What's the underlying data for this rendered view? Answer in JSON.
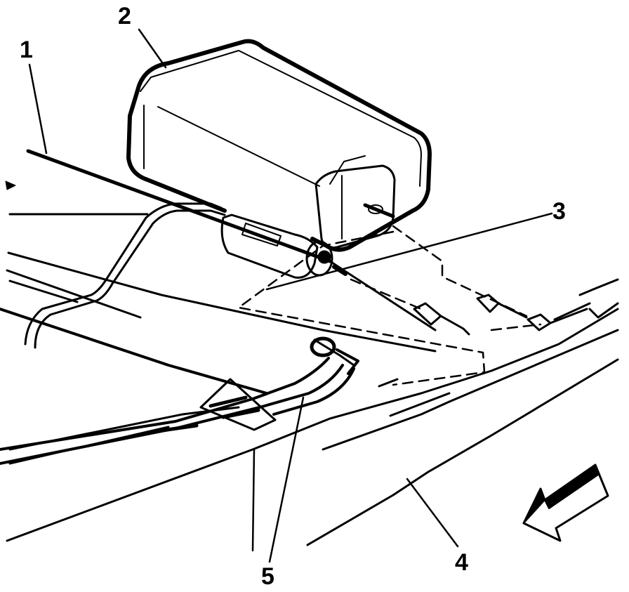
{
  "callouts": [
    {
      "id": "1",
      "label": "1"
    },
    {
      "id": "2",
      "label": "2"
    },
    {
      "id": "3",
      "label": "3"
    },
    {
      "id": "4",
      "label": "4"
    },
    {
      "id": "5",
      "label": "5"
    }
  ],
  "colors": {
    "ink": "#000000",
    "paper": "#ffffff"
  },
  "icons": {
    "direction_arrow": "front-direction-arrow-icon"
  }
}
